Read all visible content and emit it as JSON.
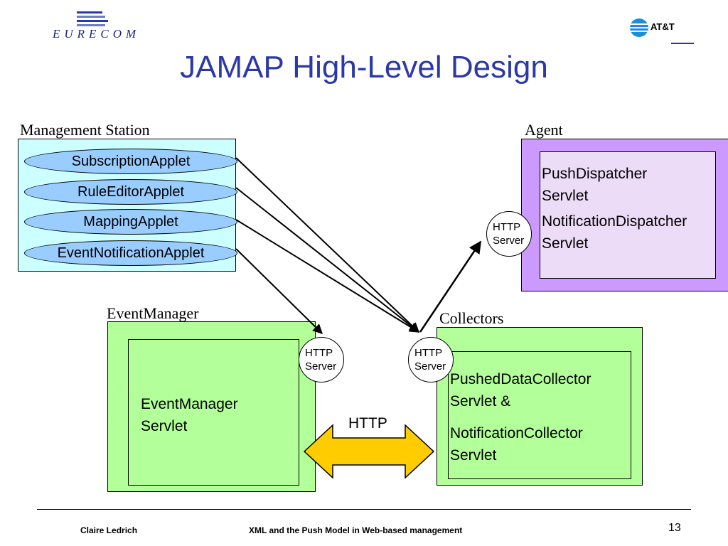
{
  "header": {
    "left_logo_text": "EURECOM",
    "right_logo_text": "AT&T"
  },
  "title": "JAMAP High-Level Design",
  "management_station": {
    "label": "Management Station",
    "applets": [
      "SubscriptionApplet",
      "RuleEditorApplet",
      "MappingApplet",
      "EventNotificationApplet"
    ]
  },
  "agent": {
    "label": "Agent",
    "lines": [
      "PushDispatcher",
      "Servlet",
      "NotificationDispatcher",
      "Servlet"
    ],
    "http_server": [
      "HTTP",
      "Server"
    ]
  },
  "event_manager": {
    "label": "EventManager",
    "lines": [
      "EventManager",
      "Servlet"
    ],
    "http_server": [
      "HTTP",
      "Server"
    ]
  },
  "collectors": {
    "label": "Collectors",
    "lines": [
      "PushedDataCollector",
      "Servlet &",
      "NotificationCollector",
      "Servlet"
    ],
    "http_server": [
      "HTTP",
      "Server"
    ]
  },
  "http_arrow_label": "HTTP",
  "footer": {
    "author": "Claire Ledrich",
    "subject": "XML and the Push Model in Web-based management",
    "page": "13"
  },
  "colors": {
    "title": "#2b39a8",
    "management_bg": "#ccffff",
    "oval_fill": "#99ccff",
    "agent_outer": "#cc99ff",
    "agent_inner": "#ecdcf7",
    "green_outer": "#b3ff99",
    "green_inner": "#b3ff99",
    "http_arrow": "#ffcc00"
  }
}
